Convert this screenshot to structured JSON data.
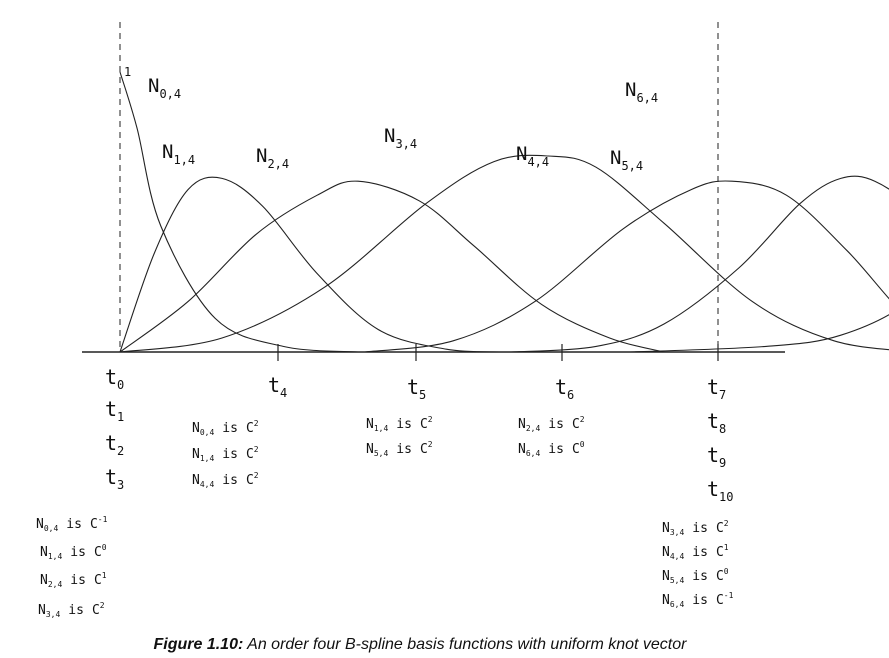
{
  "figure": {
    "caption_bold": "Figure 1.10:",
    "caption_text": " An order four B-spline basis functions with uniform knot vector"
  },
  "axis_one_label": "1",
  "curve_labels": [
    {
      "base": "N",
      "sub": "0,4"
    },
    {
      "base": "N",
      "sub": "1,4"
    },
    {
      "base": "N",
      "sub": "2,4"
    },
    {
      "base": "N",
      "sub": "3,4"
    },
    {
      "base": "N",
      "sub": "4,4"
    },
    {
      "base": "N",
      "sub": "5,4"
    },
    {
      "base": "N",
      "sub": "6,4"
    }
  ],
  "knot_labels": [
    {
      "base": "t",
      "sub": "0"
    },
    {
      "base": "t",
      "sub": "1"
    },
    {
      "base": "t",
      "sub": "2"
    },
    {
      "base": "t",
      "sub": "3"
    },
    {
      "base": "t",
      "sub": "4"
    },
    {
      "base": "t",
      "sub": "5"
    },
    {
      "base": "t",
      "sub": "6"
    },
    {
      "base": "t",
      "sub": "7"
    },
    {
      "base": "t",
      "sub": "8"
    },
    {
      "base": "t",
      "sub": "9"
    },
    {
      "base": "t",
      "sub": "10"
    }
  ],
  "continuity_notes": [
    {
      "n": "N",
      "sub": "0,4",
      "is": "is",
      "c": "C",
      "sup": "-1"
    },
    {
      "n": "N",
      "sub": "1,4",
      "is": "is",
      "c": "C",
      "sup": "0"
    },
    {
      "n": "N",
      "sub": "2,4",
      "is": "is",
      "c": "C",
      "sup": "1"
    },
    {
      "n": "N",
      "sub": "3,4",
      "is": "is",
      "c": "C",
      "sup": "2"
    },
    {
      "n": "N",
      "sub": "0,4",
      "is": "is",
      "c": "C",
      "sup": "2"
    },
    {
      "n": "N",
      "sub": "1,4",
      "is": "is",
      "c": "C",
      "sup": "2"
    },
    {
      "n": "N",
      "sub": "4,4",
      "is": "is",
      "c": "C",
      "sup": "2"
    },
    {
      "n": "N",
      "sub": "1,4",
      "is": "is",
      "c": "C",
      "sup": "2"
    },
    {
      "n": "N",
      "sub": "5,4",
      "is": "is",
      "c": "C",
      "sup": "2"
    },
    {
      "n": "N",
      "sub": "2,4",
      "is": "is",
      "c": "C",
      "sup": "2"
    },
    {
      "n": "N",
      "sub": "6,4",
      "is": "is",
      "c": "C",
      "sup": "0"
    },
    {
      "n": "N",
      "sub": "3,4",
      "is": "is",
      "c": "C",
      "sup": "2"
    },
    {
      "n": "N",
      "sub": "4,4",
      "is": "is",
      "c": "C",
      "sup": "1"
    },
    {
      "n": "N",
      "sub": "5,4",
      "is": "is",
      "c": "C",
      "sup": "0"
    },
    {
      "n": "N",
      "sub": "6,4",
      "is": "is",
      "c": "C",
      "sup": "-1"
    }
  ]
}
